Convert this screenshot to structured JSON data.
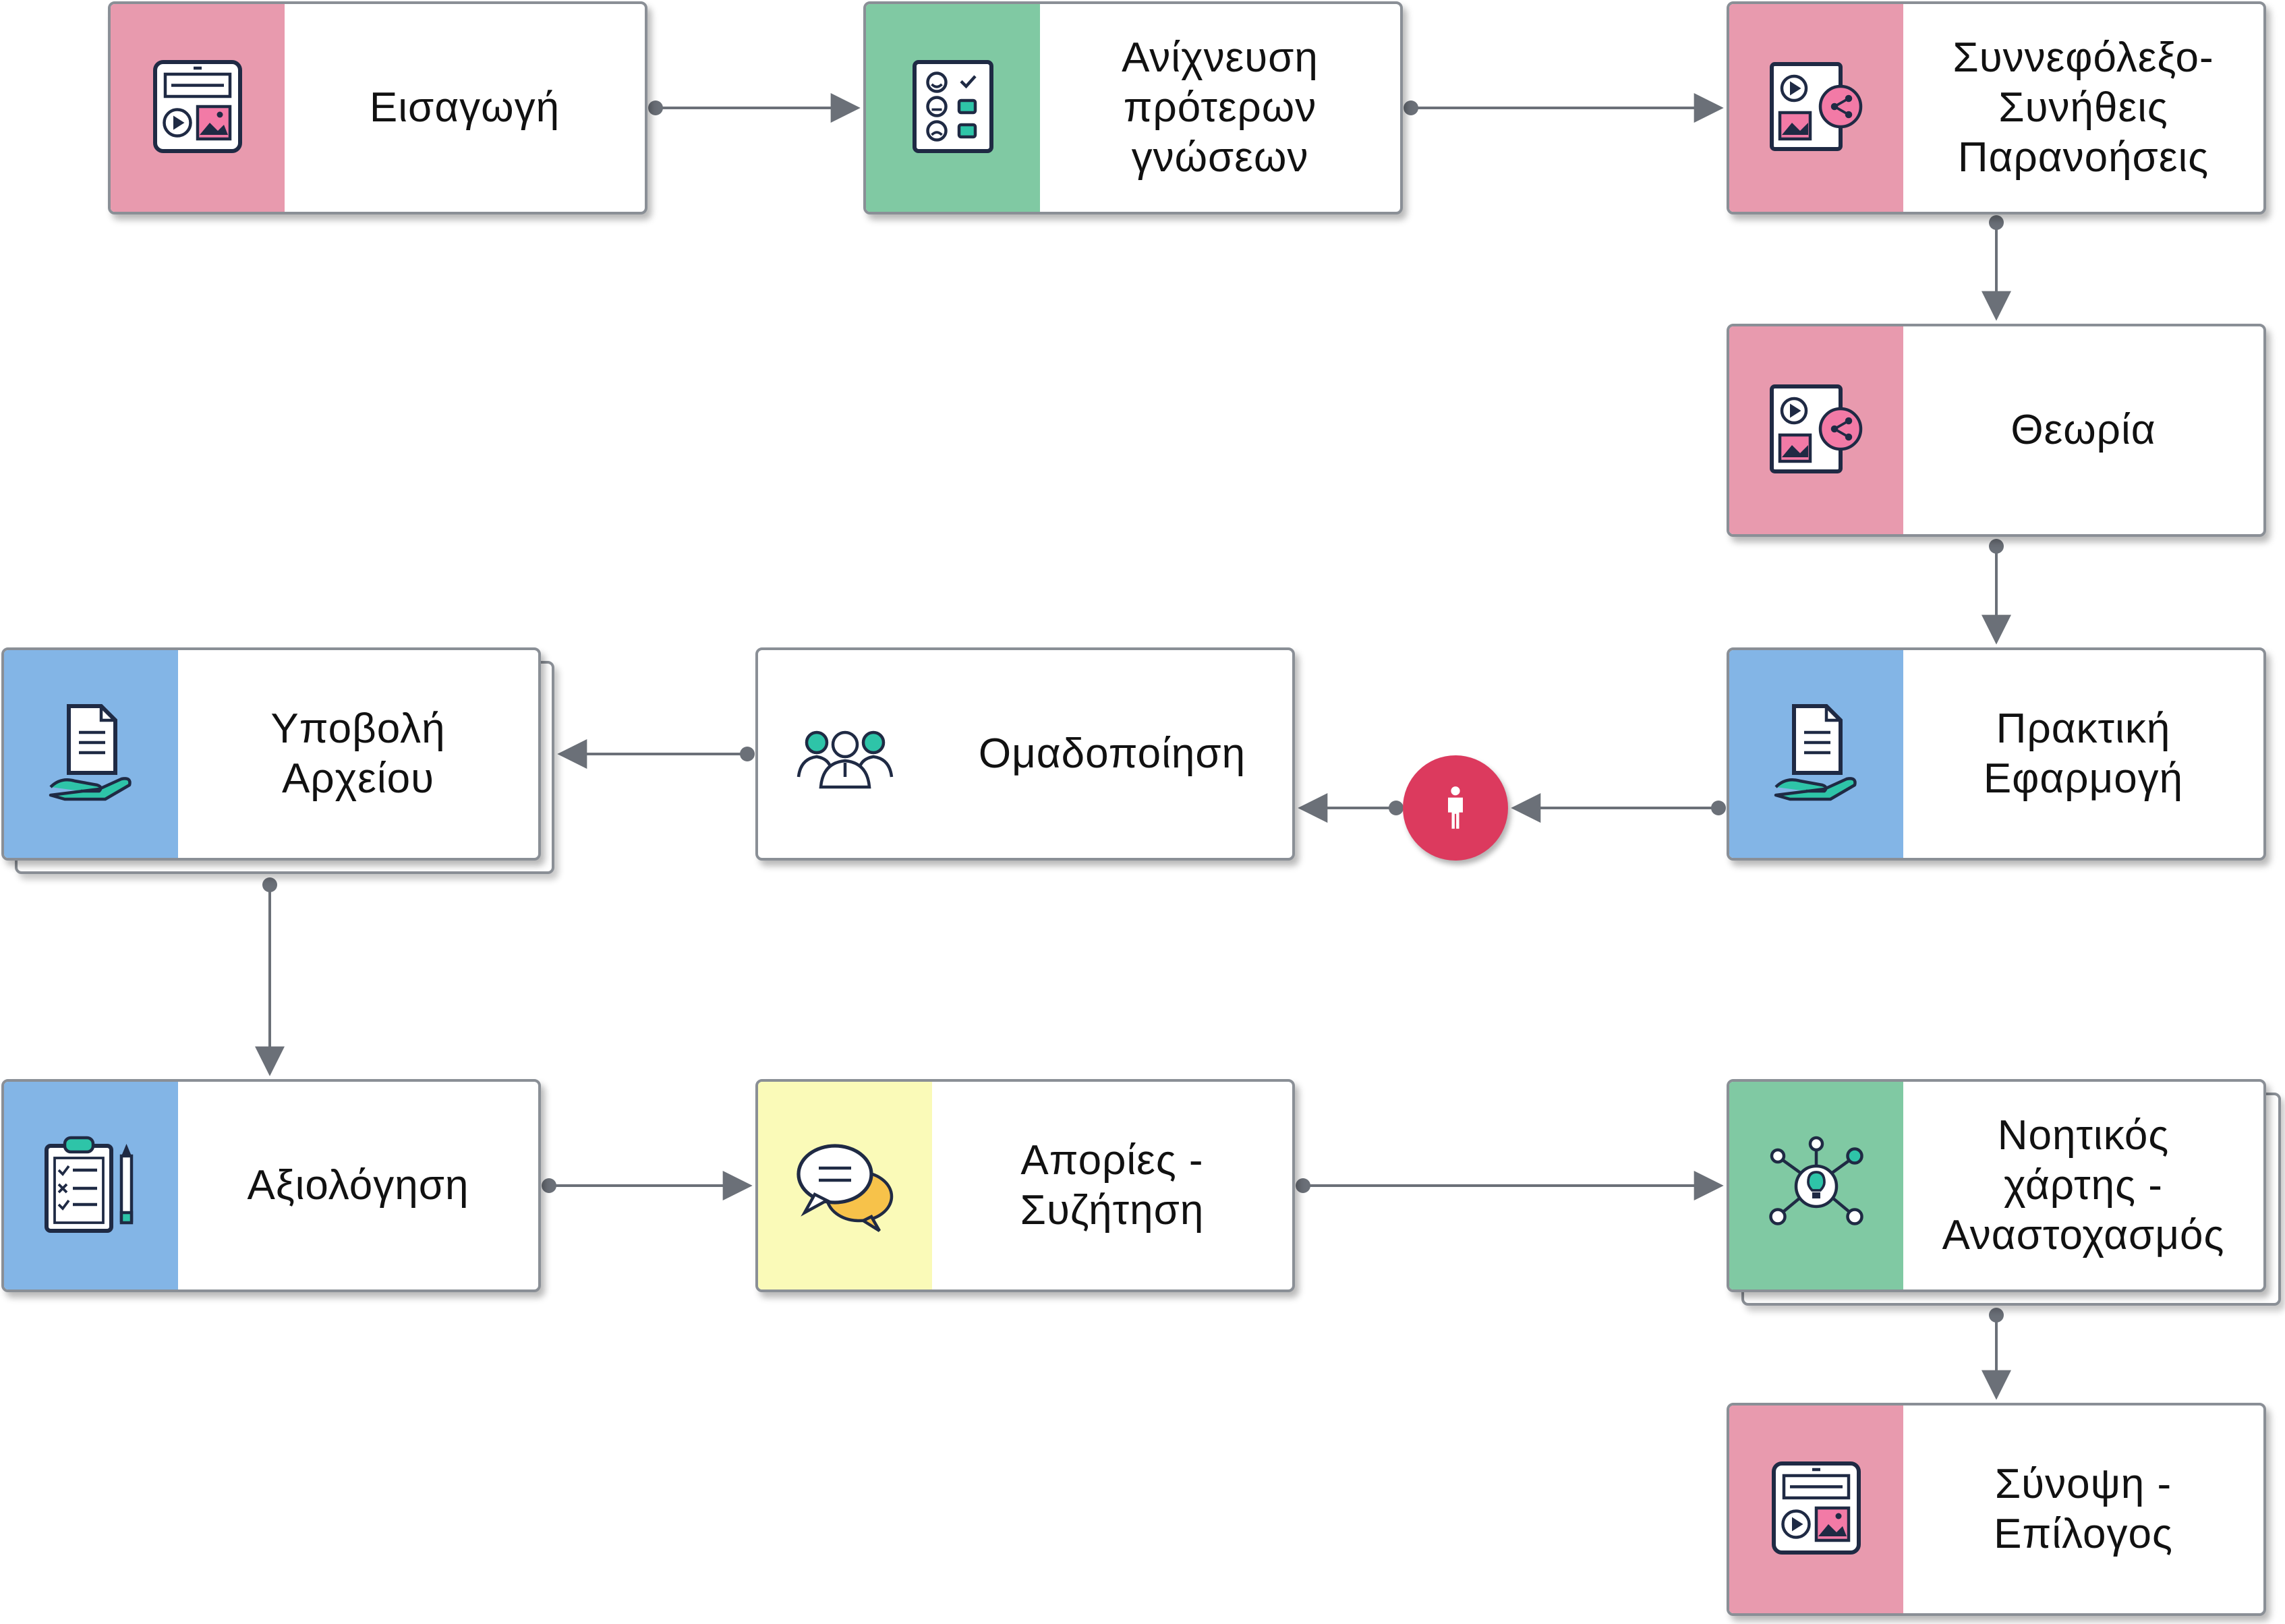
{
  "diagram": {
    "type": "flowchart",
    "colors": {
      "pink": "#e89aae",
      "green": "#80c9a3",
      "blue": "#83b5e6",
      "yellow": "#fafab8",
      "connector": "#6b7078",
      "marker": "#dc3a5e"
    },
    "nodes": [
      {
        "id": "eisagogi",
        "label": "Εισαγωγή",
        "icon": "media-board-icon",
        "accent": "pink"
      },
      {
        "id": "anichneusi",
        "label": "Ανίχνευση\nπρότερων\nγνώσεων",
        "icon": "survey-checklist-icon",
        "accent": "green"
      },
      {
        "id": "synnefolexo",
        "label": "Συννεφόλεξο-\nΣυνήθεις\nΠαρανοήσεις",
        "icon": "media-share-icon",
        "accent": "pink"
      },
      {
        "id": "theoria",
        "label": "Θεωρία",
        "icon": "media-share-icon",
        "accent": "pink"
      },
      {
        "id": "praktiki",
        "label": "Πρακτική\nΕφαρμογή",
        "icon": "document-hand-icon",
        "accent": "blue"
      },
      {
        "id": "omadopoiisi",
        "label": "Ομαδοποίηση",
        "icon": "group-people-icon",
        "accent": "none"
      },
      {
        "id": "ypovoli",
        "label": "Υποβολή\nΑρχείου",
        "icon": "document-hand-icon",
        "accent": "blue"
      },
      {
        "id": "axiologisi",
        "label": "Αξιολόγηση",
        "icon": "clipboard-pencil-icon",
        "accent": "blue"
      },
      {
        "id": "apories",
        "label": "Απορίες -\nΣυζήτηση",
        "icon": "chat-bubbles-icon",
        "accent": "yellow"
      },
      {
        "id": "noitikos",
        "label": "Νοητικός\nχάρτης -\nΑναστοχασμός",
        "icon": "idea-network-icon",
        "accent": "green"
      },
      {
        "id": "synopsi",
        "label": "Σύνοψη -\nΕπίλογος",
        "icon": "media-board-icon",
        "accent": "pink"
      }
    ],
    "edges": [
      {
        "from": "eisagogi",
        "to": "anichneusi"
      },
      {
        "from": "anichneusi",
        "to": "synnefolexo"
      },
      {
        "from": "synnefolexo",
        "to": "theoria"
      },
      {
        "from": "theoria",
        "to": "praktiki"
      },
      {
        "from": "praktiki",
        "to": "omadopoiisi",
        "via": "person-marker-icon"
      },
      {
        "from": "omadopoiisi",
        "to": "ypovoli"
      },
      {
        "from": "ypovoli",
        "to": "axiologisi"
      },
      {
        "from": "axiologisi",
        "to": "apories"
      },
      {
        "from": "apories",
        "to": "noitikos"
      },
      {
        "from": "noitikos",
        "to": "synopsi"
      }
    ]
  }
}
